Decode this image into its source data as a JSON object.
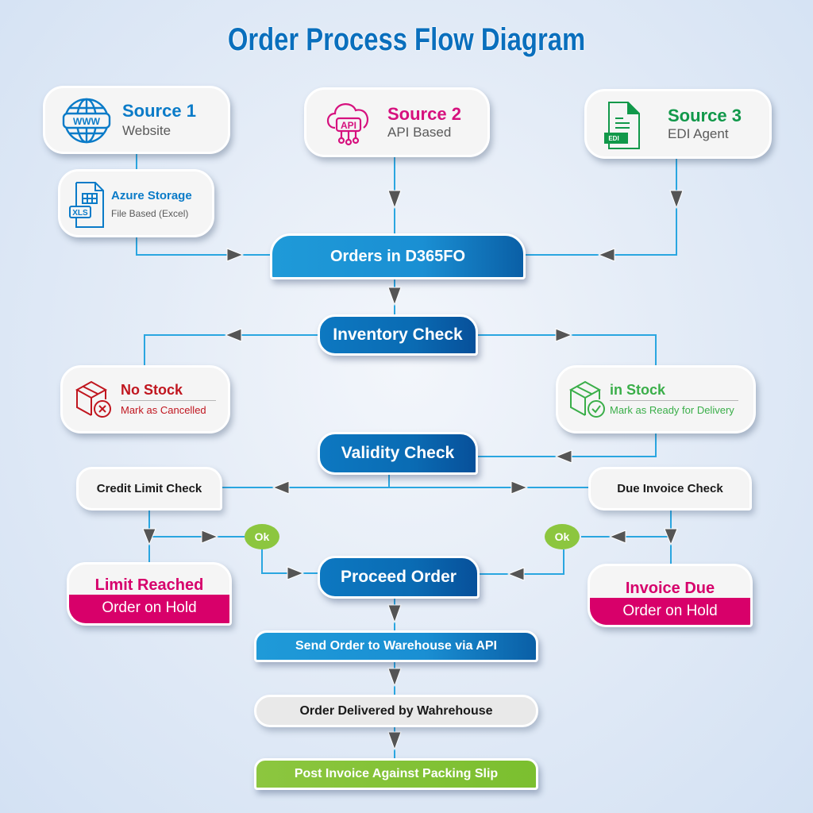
{
  "title": "Order Process Flow Diagram",
  "colors": {
    "title_blue": "#0a6fbd",
    "source1": "#0a7bc8",
    "source2": "#d6117e",
    "source3": "#11984a",
    "no_stock": "#c0161f",
    "in_stock": "#3aae49",
    "hold": "#d8006a",
    "ok": "#8cc63f",
    "connector": "#2aa6e0",
    "arrow": "#555555"
  },
  "sources": [
    {
      "title": "Source 1",
      "subtitle": "Website",
      "icon": "www-globe-icon"
    },
    {
      "title": "Source 2",
      "subtitle": "API Based",
      "icon": "cloud-api-icon"
    },
    {
      "title": "Source 3",
      "subtitle": "EDI Agent",
      "icon": "edi-file-icon"
    }
  ],
  "azure": {
    "title": "Azure Storage",
    "subtitle": "File Based (Excel)",
    "icon": "xls-file-icon",
    "icon_label": "XLS"
  },
  "edi_icon_label": "EDI",
  "api_icon_label": "API",
  "www_icon_label": "WWW",
  "steps": {
    "orders": "Orders in D365FO",
    "inventory": "Inventory Check",
    "validity": "Validity Check",
    "proceed": "Proceed Order",
    "send": "Send Order to Warehouse via API",
    "delivered": "Order Delivered by Wahrehouse",
    "post": "Post Invoice Against Packing Slip"
  },
  "no_stock": {
    "title": "No Stock",
    "subtitle": "Mark as Cancelled"
  },
  "in_stock": {
    "title": "in Stock",
    "subtitle": "Mark as Ready for Delivery"
  },
  "credit_check": "Credit Limit Check",
  "due_check": "Due Invoice Check",
  "ok_label": "Ok",
  "limit_reached": {
    "title": "Limit Reached",
    "band": "Order on Hold"
  },
  "invoice_due": {
    "title": "Invoice Due",
    "band": "Order on Hold"
  }
}
